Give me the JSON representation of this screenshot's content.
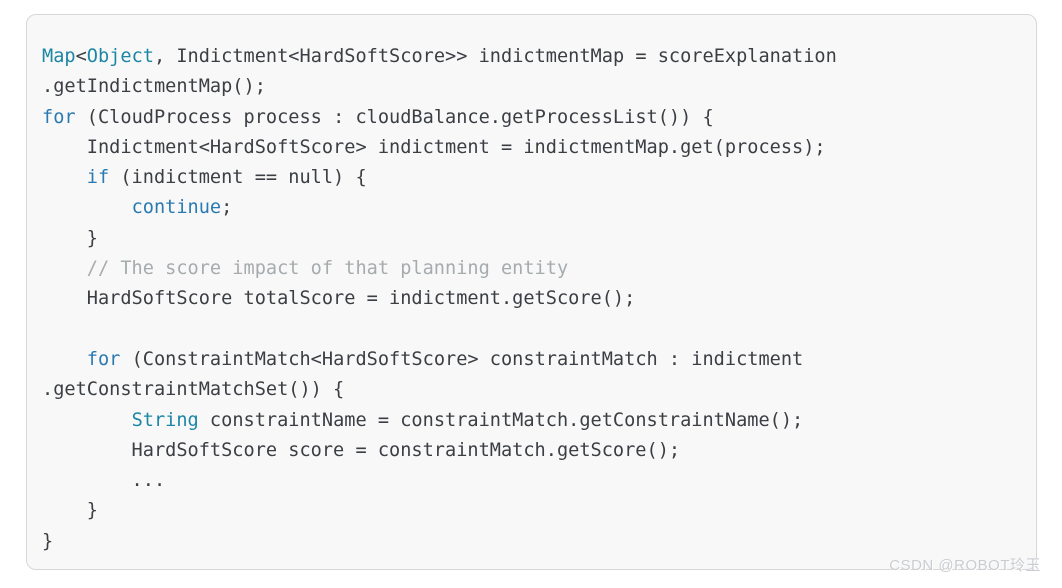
{
  "page": {
    "background": "#ffffff"
  },
  "code_block": {
    "language": "java",
    "background": "#f8f8f8",
    "border_color": "#d7d7d7",
    "token_colors": {
      "plain": "#3b3e43",
      "keyword": "#2a7ab2",
      "type": "#1c86a5",
      "comment": "#a6abae"
    },
    "lines": [
      [
        [
          "type",
          "Map"
        ],
        [
          "plain",
          "<"
        ],
        [
          "type",
          "Object"
        ],
        [
          "plain",
          ", Indictment<HardSoftScore>> indictmentMap = scoreExplanation"
        ]
      ],
      [
        [
          "plain",
          ".getIndictmentMap();"
        ]
      ],
      [
        [
          "keyword",
          "for"
        ],
        [
          "plain",
          " (CloudProcess process : cloudBalance.getProcessList()) {"
        ]
      ],
      [
        [
          "plain",
          "    Indictment<HardSoftScore> indictment = indictmentMap.get(process);"
        ]
      ],
      [
        [
          "plain",
          "    "
        ],
        [
          "keyword",
          "if"
        ],
        [
          "plain",
          " (indictment == null) {"
        ]
      ],
      [
        [
          "plain",
          "        "
        ],
        [
          "keyword",
          "continue"
        ],
        [
          "plain",
          ";"
        ]
      ],
      [
        [
          "plain",
          "    }"
        ]
      ],
      [
        [
          "comment",
          "    // The score impact of that planning entity"
        ]
      ],
      [
        [
          "plain",
          "    HardSoftScore totalScore = indictment.getScore();"
        ]
      ],
      [],
      [
        [
          "plain",
          "    "
        ],
        [
          "keyword",
          "for"
        ],
        [
          "plain",
          " (ConstraintMatch<HardSoftScore> constraintMatch : indictment"
        ]
      ],
      [
        [
          "plain",
          ".getConstraintMatchSet()) {"
        ]
      ],
      [
        [
          "plain",
          "        "
        ],
        [
          "type",
          "String"
        ],
        [
          "plain",
          " constraintName = constraintMatch.getConstraintName();"
        ]
      ],
      [
        [
          "plain",
          "        HardSoftScore score = constraintMatch.getScore();"
        ]
      ],
      [
        [
          "plain",
          "        ..."
        ]
      ],
      [
        [
          "plain",
          "    }"
        ]
      ],
      [
        [
          "plain",
          "}"
        ]
      ]
    ]
  },
  "watermark": {
    "text": "CSDN @ROBOT玲玉",
    "color": "#c9cdd1"
  }
}
